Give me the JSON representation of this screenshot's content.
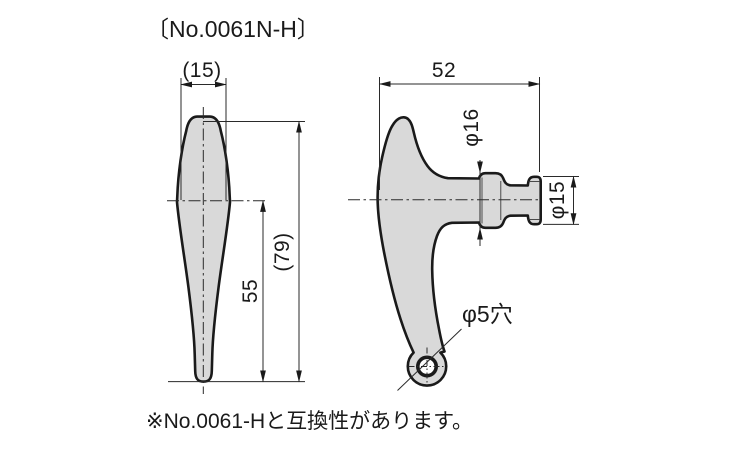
{
  "drawing": {
    "title": "〔No.0061N-H〕",
    "note": "※No.0061-Hと互換性があります。",
    "colors": {
      "line": "#1a1a1a",
      "part_fill": "#d9d9d9",
      "background": "#ffffff"
    },
    "front_view": {
      "dim_width": "(15)",
      "dim_grip_length": "55",
      "dim_total_length": "(79)"
    },
    "side_view": {
      "dim_depth": "52",
      "dim_shaft_dia": "φ16",
      "dim_knob_dia": "φ15",
      "hole_label": "φ5穴"
    }
  }
}
